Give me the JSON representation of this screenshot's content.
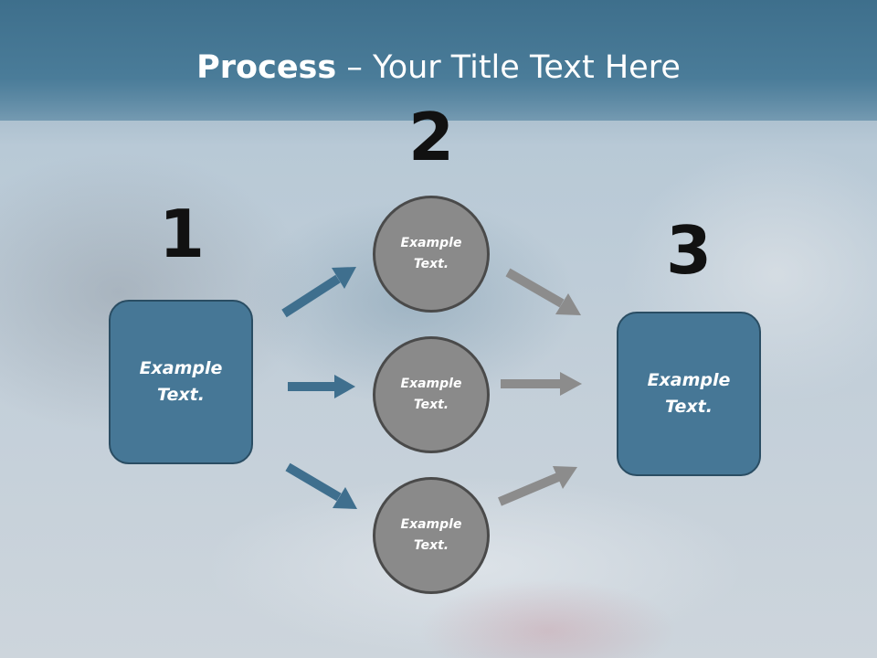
{
  "slide": {
    "title_bold": "Process",
    "title_rest": " – Your Title Text Here"
  },
  "steps": {
    "one": "1",
    "two": "2",
    "three": "3"
  },
  "left_box": {
    "text": "Example\nText."
  },
  "right_box": {
    "text": "Example\nText."
  },
  "circles": [
    {
      "text": "Example\nText."
    },
    {
      "text": "Example\nText."
    },
    {
      "text": "Example\nText."
    }
  ],
  "colors": {
    "title_band": "#4a7c99",
    "box_fill": "#467796",
    "circle_fill": "#8a8a8a",
    "blue_arrow": "#3f6f8e",
    "gray_arrow": "#8c8c8c"
  }
}
